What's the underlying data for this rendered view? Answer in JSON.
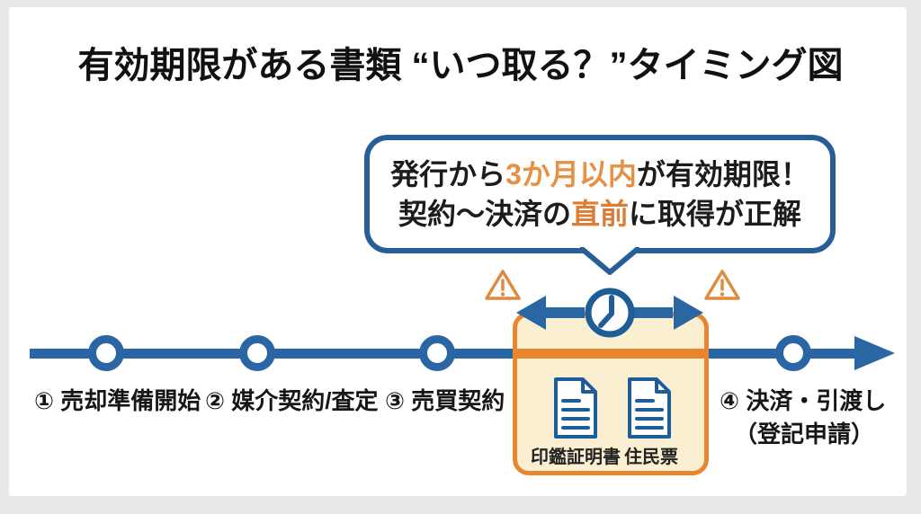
{
  "title": "有効期限がある書類 “いつ取る？”タイミング図",
  "callout": {
    "line1": {
      "pre": "発行から",
      "highlight": "3か月以内",
      "post": "が有効期限！"
    },
    "line2": {
      "pre": "契約〜決済の",
      "highlight": "直前",
      "post": "に取得が正解"
    }
  },
  "timeline": {
    "milestones": [
      {
        "label": "① 売却準備開始"
      },
      {
        "label": "② 媒介契約/査定"
      },
      {
        "label": "③ 売買契約"
      },
      {
        "label": "④ 決済・引渡し",
        "sublabel": "（登記申請）"
      }
    ]
  },
  "highlight_box": {
    "documents": [
      {
        "label": "印鑑証明書"
      },
      {
        "label": "住民票"
      }
    ]
  },
  "icons": {
    "clock": "clock-icon",
    "warning_left": "warning-icon",
    "warning_right": "warning-icon",
    "arrow_left": "arrow-left-icon",
    "arrow_right": "arrow-right-icon",
    "document": "document-icon",
    "timeline_arrowhead": "arrowhead-right-icon"
  },
  "colors": {
    "blue": "#2a66a3",
    "dark_blue_border": "#265e95",
    "orange": "#e8862f",
    "triangle_orange": "#de8b3f",
    "cream": "#faefd0",
    "highlight_text_1": "#e59043",
    "highlight_text_2": "#dc7d36"
  }
}
